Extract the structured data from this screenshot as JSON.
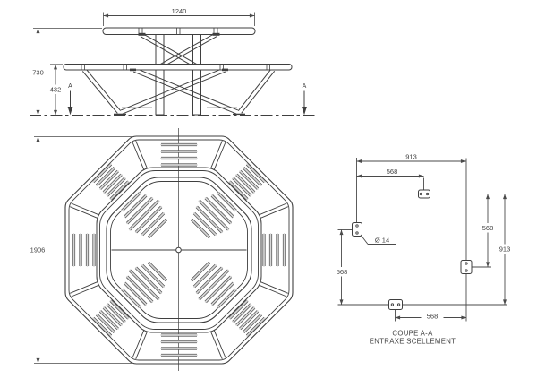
{
  "drawing": {
    "side_view": {
      "dim_width": "1240",
      "dim_height_total": "730",
      "dim_height_seat": "432",
      "section_label_left": "A",
      "section_label_right": "A"
    },
    "plan_view": {
      "dim_overall": "1906"
    },
    "section_view": {
      "caption_line1": "COUPE A-A",
      "caption_line2": "ENTRAXE SCELLEMENT",
      "hole_label": "Ø 14",
      "dim_top_overall": "913",
      "dim_top_offset": "568",
      "dim_right_offset": "568",
      "dim_right_overall": "913",
      "dim_left_offset": "568",
      "dim_bottom_offset": "568"
    },
    "colors": {
      "ink": "#3f3f3f",
      "dim": "#4a4a4a",
      "slot_outline": "#545454",
      "slot_fill": "#d8d8d8",
      "background": "#ffffff"
    }
  }
}
